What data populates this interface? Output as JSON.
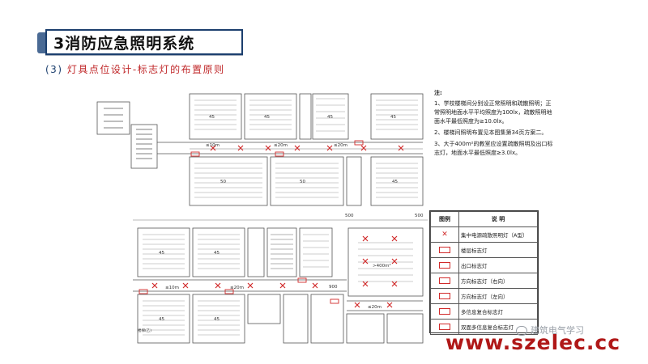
{
  "title": "3消防应急照明系统",
  "subtitle": {
    "number": "(3)",
    "text": "灯具点位设计-标志灯的布置原则"
  },
  "notes": {
    "heading": "注:",
    "items": [
      "1、学校楼梯间分别设正常照明和疏散照明；正常照明地面水平平均照度为100lx，疏散照明地面水平最低照度为≥10.0lx。",
      "2、楼梯间照明布置见本图集第34页方案二。",
      "3、大于400m²的教室应设置疏散照明及出口标志灯，地面水平最低照度≥3.0lx。"
    ]
  },
  "legend": {
    "header_symbol": "图例",
    "header_desc": "说    明",
    "rows": [
      {
        "icon": "emergency-light-x",
        "desc": "集中电源疏散照明灯（A型）"
      },
      {
        "icon": "floor-sign-rect",
        "desc": "楼层标志灯"
      },
      {
        "icon": "exit-sign-rect",
        "desc": "出口标志灯"
      },
      {
        "icon": "direction-right-rect",
        "desc": "方向标志灯（右向）"
      },
      {
        "icon": "direction-left-rect",
        "desc": "方向标志灯（左向）"
      },
      {
        "icon": "multi-info-rect",
        "desc": "多信息复合标志灯"
      },
      {
        "icon": "double-multi-info-rect",
        "desc": "双面多信息复合标志灯"
      }
    ]
  },
  "plan": {
    "dims_upper": [
      "≤10m",
      "≤20m",
      "≤20m"
    ],
    "dims_lower": [
      "≤10m",
      "≤20m",
      "≤20m"
    ],
    "dim_500": [
      "500",
      "500"
    ],
    "dim_900": "900",
    "rooms_upper_top": [
      "45",
      "45",
      "45",
      "45"
    ],
    "rooms_upper_bottom": [
      "50",
      "50",
      "45"
    ],
    "rooms_lower_top": [
      "45",
      "45"
    ],
    "rooms_lower_bottom": [
      "45",
      "45"
    ],
    "room_big": ">400m²",
    "small_label": "楼梯(乙)"
  },
  "watermark": "www.szelec.cc",
  "wechat_label": "建筑电气学习"
}
